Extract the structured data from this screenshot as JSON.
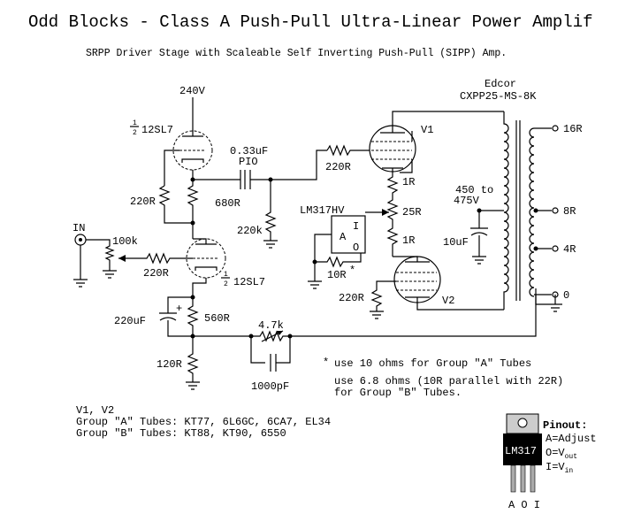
{
  "title": "Odd Blocks - Class A Push-Pull Ultra-Linear Power Amplif",
  "subtitle": "SRPP Driver Stage with Scaleable Self Inverting Push-Pull (SIPP) Amp.",
  "supply": "240V",
  "tube_top": "12SL7",
  "tube_bottom": "12SL7",
  "half_num": "1",
  "half_den": "2",
  "cap_coupling": "0.33uF",
  "cap_type": "PIO",
  "r_grid_top": "220R",
  "r_cathode_top": "680R",
  "r_grid_leak": "220k",
  "input_label": "IN",
  "pot": "100k",
  "r_grid_input": "220R",
  "cap_bypass": "220uF",
  "r_cathode_bottom": "560R",
  "r_feedback": "4.7k",
  "r_ground": "120R",
  "cap_feedback": "1000pF",
  "reg_name": "LM317HV",
  "reg_pin_a": "A",
  "reg_pin_i": "I",
  "reg_pin_o": "O",
  "r_adjust": "10R",
  "asterisk": "*",
  "r_grid_v1": "220R",
  "r_grid_v2": "220R",
  "v1": "V1",
  "v2": "V2",
  "r_1r_top": "1R",
  "r_pot_25": "25R",
  "r_1r_bottom": "1R",
  "volt_range_1": "450 to",
  "volt_range_2": "475V",
  "cap_10uf": "10uF",
  "transformer_brand": "Edcor",
  "transformer_model": "CXPP25-MS-8K",
  "taps": [
    "16R",
    "8R",
    "4R",
    "0"
  ],
  "note_star": "*",
  "note_1": "use 10 ohms for Group \"A\" Tubes",
  "note_2": "use 6.8 ohms (10R parallel with 22R)",
  "note_3": "for Group \"B\" Tubes.",
  "tubes_header": "V1, V2",
  "group_a": "Group \"A\" Tubes: KT77, 6L6GC, 6CA7, EL34",
  "group_b": "Group \"B\" Tubes: KT88, KT90, 6550",
  "pinout_title": "Pinout:",
  "pinout_a": "A=Adjust",
  "pinout_o_prefix": "O=V",
  "pinout_o_sub": "out",
  "pinout_i_prefix": "I=V",
  "pinout_i_sub": "in",
  "chip_label": "LM317",
  "pin_letters": "A O I"
}
